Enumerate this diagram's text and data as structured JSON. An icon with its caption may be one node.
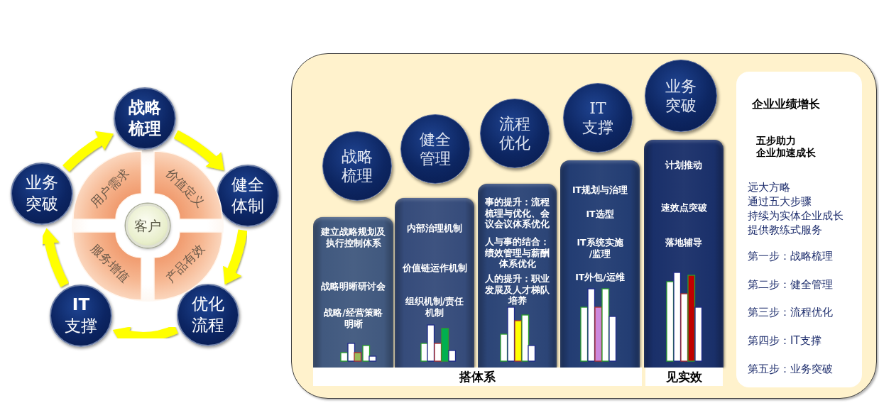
{
  "diagram": {
    "nodes": [
      {
        "text": [
          "战略梳理"
        ]
      },
      {
        "text": [
          "健全体制"
        ]
      },
      {
        "text": [
          "优化流程"
        ]
      },
      {
        "text": [
          "**IT** 支撑"
        ]
      },
      {
        "text": [
          "业务突破"
        ]
      },
      {
        "text": [
          "用户需求"
        ]
      },
      {
        "text": [
          "价值定义"
        ]
      },
      {
        "text": [
          "客户"
        ]
      },
      {
        "text": [
          "服务增值"
        ]
      },
      {
        "text": [
          "产品有效"
        ]
      },
      {
        "text": [],
        "shape": "box"
      },
      {
        "text": [
          "战略梳理"
        ],
        "in": 10
      },
      {
        "text": [
          "建立战略规划及执行控制体系",
          "战略明晰研讨会",
          "战略/经营策略明晰"
        ],
        "in": 10
      },
      {
        "text": [
          "健全管理"
        ],
        "in": 10
      },
      {
        "text": [
          "内部治理机制",
          "价值链运作机制",
          "组织机制/责任机制"
        ],
        "in": 10
      },
      {
        "text": [
          "流程优化"
        ],
        "in": 10
      },
      {
        "text": [
          "事的提升：流程梳理与优化、会议会议体系优化",
          "人与事的结合：绩效管理与薪酬体系优化",
          "人的提升：职业发展及人才梯队培养"
        ],
        "in": 10
      },
      {
        "text": [
          "IT 支撑"
        ],
        "in": 10
      },
      {
        "text": [
          "IT规划与治理",
          "IT选型",
          "IT系统实施/监理",
          "IT外包/运维"
        ],
        "in": 10
      },
      {
        "text": [
          "业务突破"
        ],
        "in": 10
      },
      {
        "text": [
          "计划推动",
          "速效点突破",
          "落地辅导"
        ],
        "in": 10
      },
      {
        "text": [
          "搭体系"
        ],
        "in": 10
      },
      {
        "text": [
          "见实效"
        ],
        "in": 10
      },
      {
        "text": [
          "企业业绩增长",
          "五步助力",
          "企业加速成长",
          "远大方略",
          "通过五大步骤",
          "持续为实体企业成长",
          "提供教练式服务",
          "第一步：战略梳理",
          "第二步：健全管理",
          "第三步：流程优化",
          "第四步：IT支撑",
          "第五步：业务突破"
        ],
        "in": 10
      }
    ],
    "edges": [
      {
        "from": 0,
        "to": 1,
        "arrow": "to"
      },
      {
        "from": 1,
        "to": 2,
        "arrow": "to"
      },
      {
        "from": 2,
        "to": 3,
        "arrow": "to"
      },
      {
        "from": 3,
        "to": 4,
        "arrow": "to"
      },
      {
        "from": 4,
        "to": 0,
        "arrow": "to"
      }
    ]
  }
}
